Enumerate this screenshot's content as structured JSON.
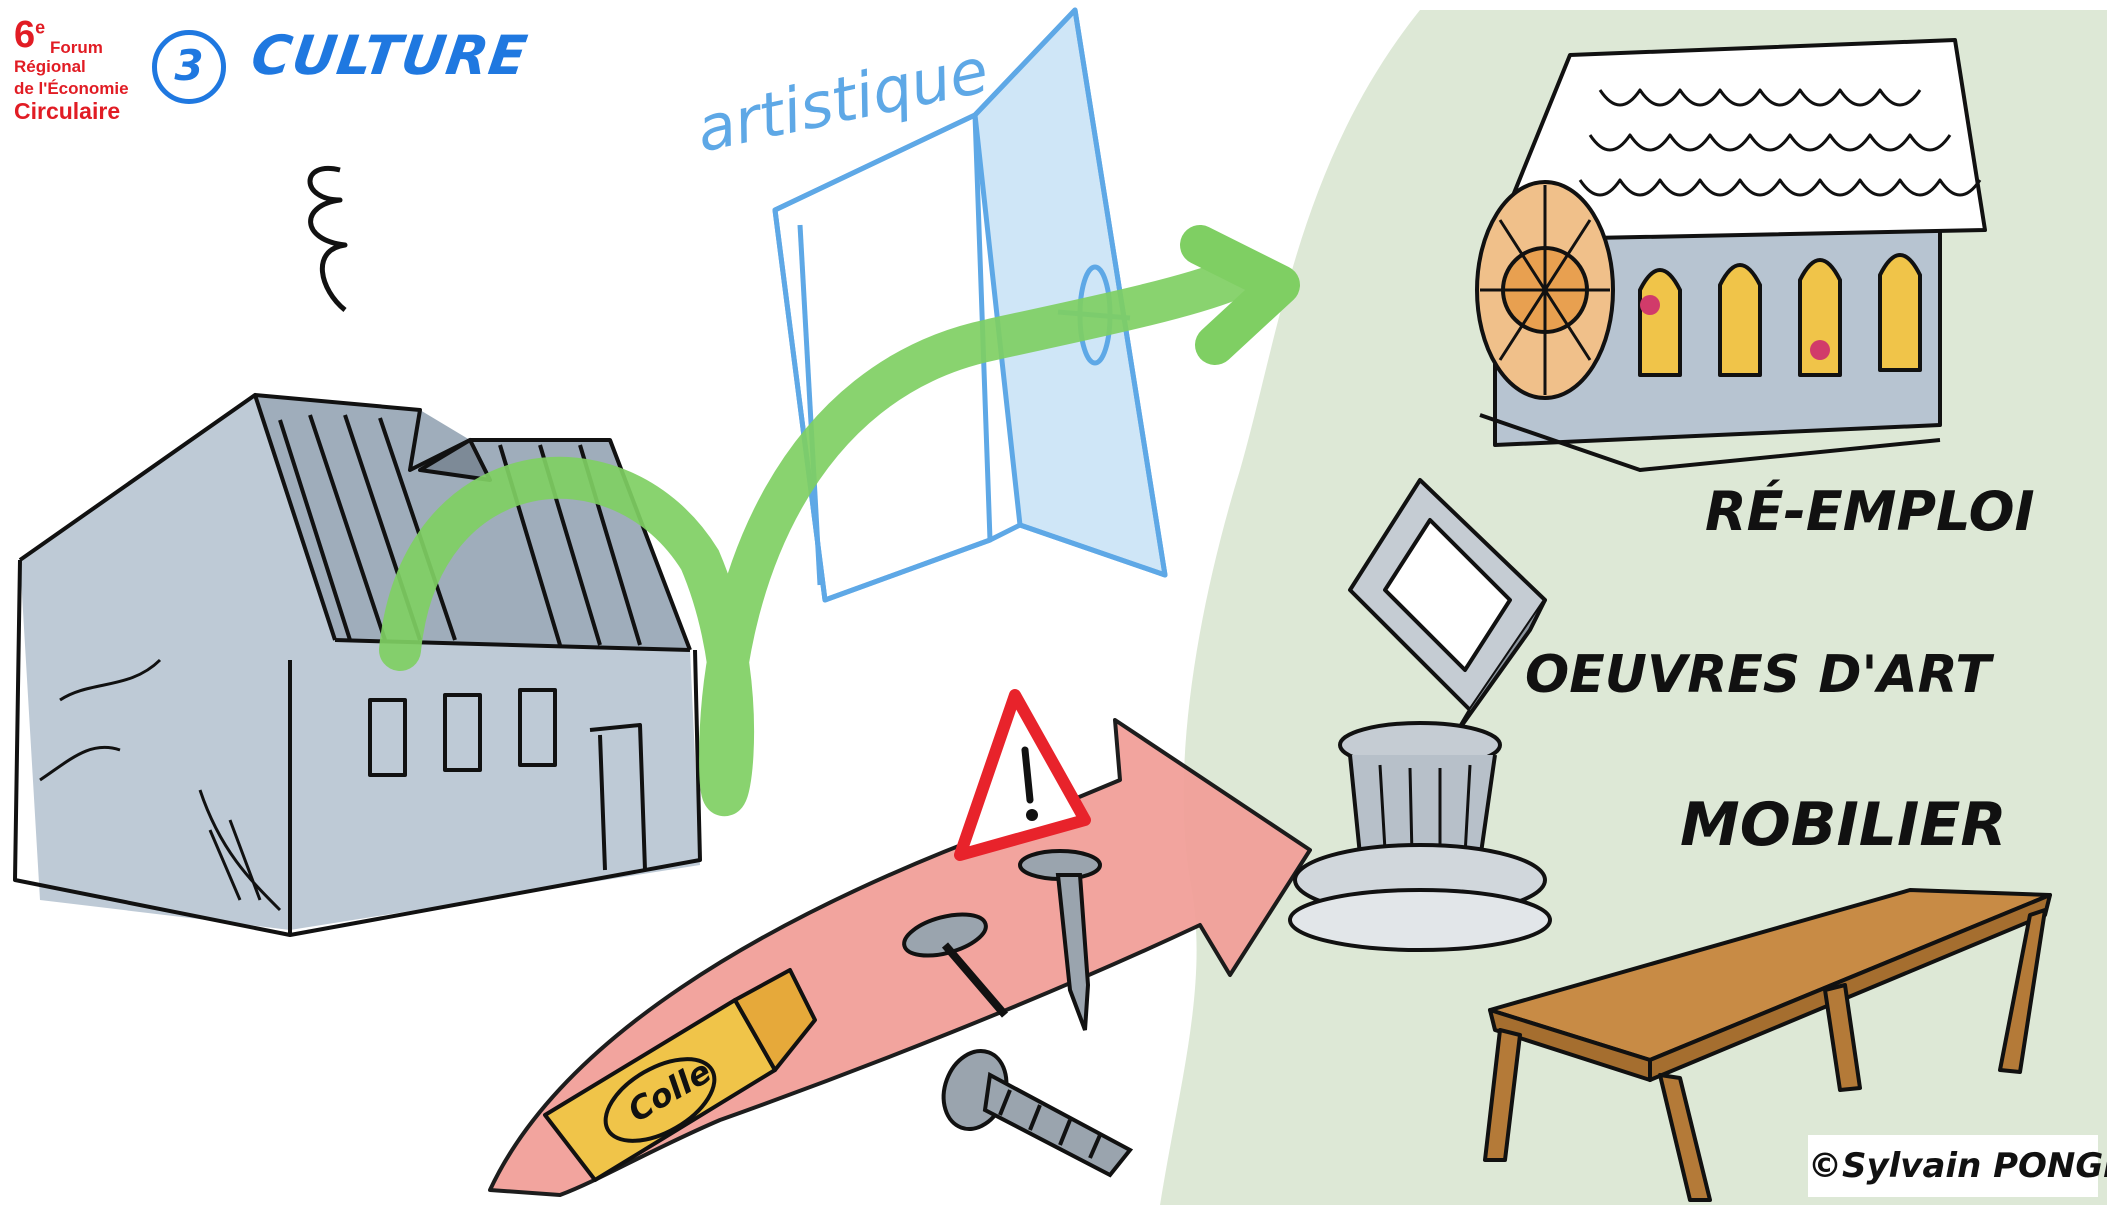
{
  "logo": {
    "number": "6",
    "superscript": "e",
    "line1": "Forum",
    "line2": "Régional",
    "line3": "de l'Économie",
    "line4": "Circulaire"
  },
  "section": {
    "number": "3",
    "title": "CULTURE"
  },
  "labels": {
    "artistique": "artistique",
    "reemploi": "RÉ-EMPLOI",
    "oeuvres": "OEUVRES D'ART",
    "mobilier": "MOBILIER",
    "colle": "Colle"
  },
  "credit": "©Sylvain PONGI",
  "colors": {
    "green_bg": "#dde8d6",
    "green_arrow": "#7fcf63",
    "blue": "#5ea8e6",
    "blue_fill": "#cfe6f7",
    "red_arrow": "#f2a099",
    "red": "#e8232b",
    "house_grey": "#b7c4d1",
    "table_brown": "#c88b45",
    "logo_red": "#e11c24",
    "title_blue": "#1f78e0"
  }
}
